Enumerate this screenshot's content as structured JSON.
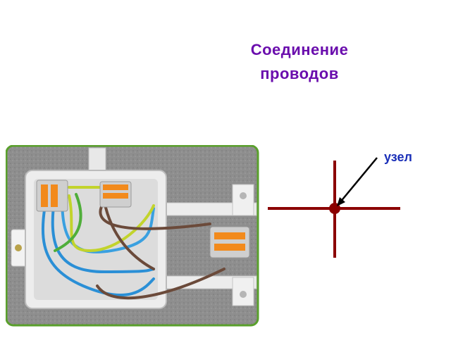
{
  "slide": {
    "title_line1": "Соединение",
    "title_line2": "проводов",
    "node_label": "узел"
  },
  "colors": {
    "title": "#6a0dad",
    "node_label": "#1a2fb8",
    "wire": "#8b0000",
    "node": "#8b0000",
    "photo_border": "#5aa02c",
    "wall": "#8a8a8a"
  },
  "photo": {
    "subject": "junction-box-with-wago-connectors"
  }
}
